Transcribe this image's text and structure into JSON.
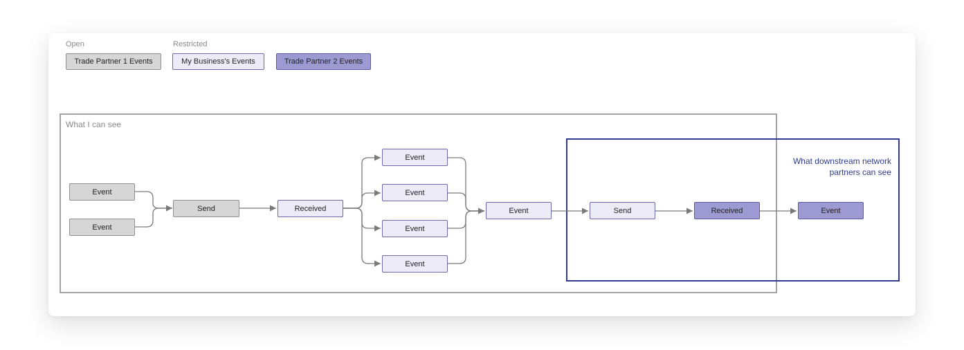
{
  "legend": {
    "open_caption": "Open",
    "restricted_caption": "Restricted",
    "trade_partner_1": "Trade Partner 1 Events",
    "my_business": "My Business's Events",
    "trade_partner_2": "Trade Partner 2 Events"
  },
  "regions": {
    "what_i_can_see": "What I can see",
    "downstream": "What downstream network partners can see"
  },
  "nodes": {
    "tp1_event_a": "Event",
    "tp1_event_b": "Event",
    "tp1_send": "Send",
    "my_received": "Received",
    "my_event_1": "Event",
    "my_event_2": "Event",
    "my_event_3": "Event",
    "my_event_4": "Event",
    "my_event_merge": "Event",
    "my_send": "Send",
    "tp2_received": "Received",
    "tp2_event": "Event"
  },
  "colors": {
    "open_fill": "#d6d6d6",
    "my_fill": "#ecebf7",
    "tp2_fill": "#9d9ad3",
    "downstream_frame": "#2f3a8f",
    "see_frame": "#a3a3a3"
  }
}
